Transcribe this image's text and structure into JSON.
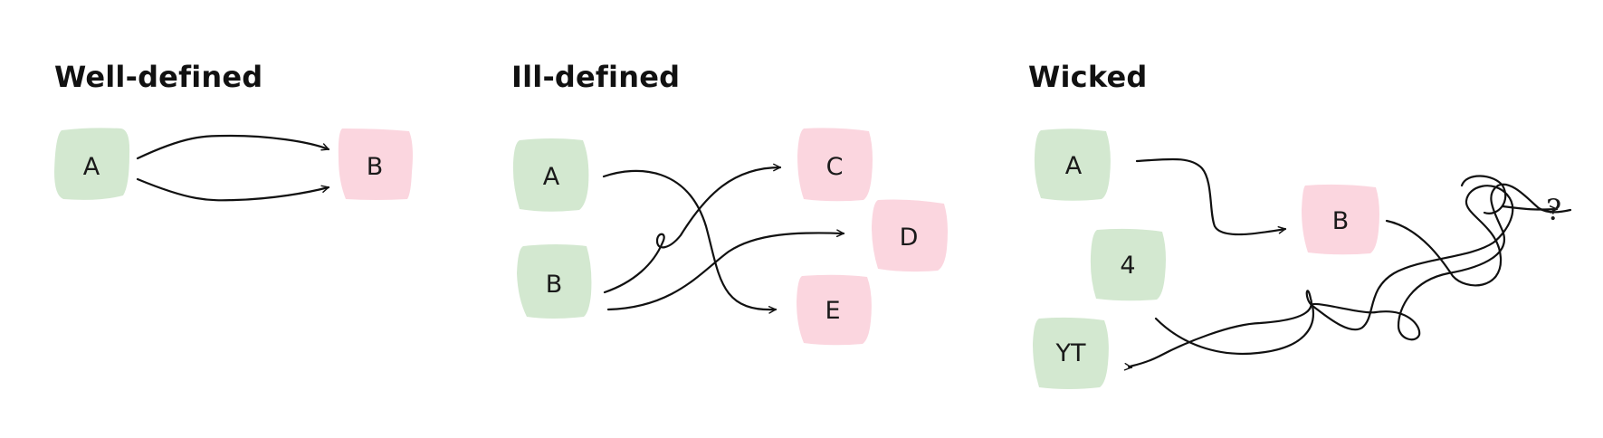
{
  "colors": {
    "start_fill": "#d3e8d0",
    "end_fill": "#fbd6df",
    "stroke": "#111111"
  },
  "panels": [
    {
      "title": "Well-defined",
      "nodes": [
        {
          "label": "A",
          "kind": "start"
        },
        {
          "label": "B",
          "kind": "end"
        }
      ]
    },
    {
      "title": "Ill-defined",
      "nodes": [
        {
          "label": "A",
          "kind": "start"
        },
        {
          "label": "B",
          "kind": "start"
        },
        {
          "label": "C",
          "kind": "end"
        },
        {
          "label": "D",
          "kind": "end"
        },
        {
          "label": "E",
          "kind": "end"
        }
      ]
    },
    {
      "title": "Wicked",
      "nodes": [
        {
          "label": "A",
          "kind": "start"
        },
        {
          "label": "4",
          "kind": "start"
        },
        {
          "label": "YT",
          "kind": "start"
        },
        {
          "label": "B",
          "kind": "end"
        }
      ],
      "unknown_marker": "?"
    }
  ]
}
